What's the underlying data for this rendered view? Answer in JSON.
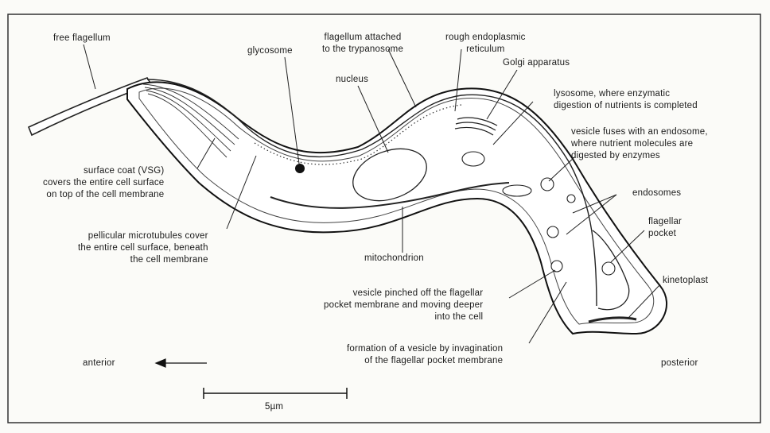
{
  "labels": {
    "free_flagellum": "free flagellum",
    "glycosome": "glycosome",
    "flagellum_attached": "flagellum attached\nto the trypanosome",
    "rough_er": "rough endoplasmic\nreticulum",
    "golgi": "Golgi apparatus",
    "nucleus": "nucleus",
    "lysosome": "lysosome, where enzymatic\ndigestion of nutrients is completed",
    "vesicle_fuses": "vesicle fuses with an endosome,\nwhere nutrient molecules are\ndigested by enzymes",
    "surface_coat": "surface coat (VSG)\ncovers the entire cell surface\non top of the cell membrane",
    "endosomes": "endosomes",
    "flagellar_pocket": "flagellar\npocket",
    "pellicular": "pellicular microtubules cover\nthe entire cell surface, beneath\nthe cell membrane",
    "mitochondrion": "mitochondrion",
    "kinetoplast": "kinetoplast",
    "vesicle_pinched": "vesicle pinched off the flagellar\npocket membrane and moving deeper\ninto the cell",
    "formation": "formation of a vesicle by invagination\nof the flagellar pocket membrane",
    "anterior": "anterior",
    "posterior": "posterior",
    "scale": "5µm"
  }
}
